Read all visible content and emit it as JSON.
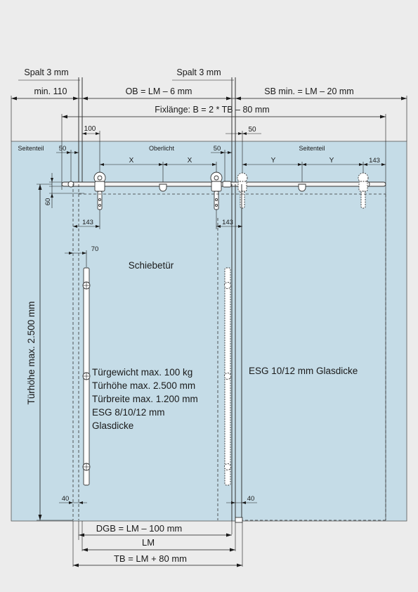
{
  "colors": {
    "background": "#ececec",
    "glass": "#c5dce7",
    "lines": "#1a1a1a"
  },
  "dimensions": {
    "gap_left": "Spalt 3 mm",
    "gap_right": "Spalt 3 mm",
    "min_left": "min. 110",
    "ob": "OB = LM – 6 mm",
    "sb": "SB min. = LM – 20 mm",
    "fixlaenge": "Fixlänge: B = 2 * TB – 80 mm",
    "d100": "100",
    "d50_top": "50",
    "d50_left": "50",
    "d50_mid": "50",
    "d143_right": "143",
    "d143_left": "143",
    "d143_mid": "143",
    "d60": "60",
    "d70": "70",
    "d40_left": "40",
    "d40_right": "40",
    "spacing_x1": "X",
    "spacing_x2": "X",
    "spacing_y1": "Y",
    "spacing_y2": "Y",
    "dgb": "DGB = LM – 100 mm",
    "lm": "LM",
    "tb": "TB = LM + 80 mm",
    "door_height": "Türhöhe max. 2.500 mm"
  },
  "labels": {
    "seitenteil_left": "Seitenteil",
    "oberlicht": "Oberlicht",
    "seitenteil_right": "Seitenteil",
    "schiebetuer": "Schiebetür",
    "glass_right": "ESG 10/12 mm Glasdicke"
  },
  "specs": [
    "Türgewicht max. 100 kg",
    "Türhöhe max. 2.500 mm",
    "Türbreite max. 1.200 mm",
    "ESG 8/10/12 mm",
    "Glasdicke"
  ]
}
